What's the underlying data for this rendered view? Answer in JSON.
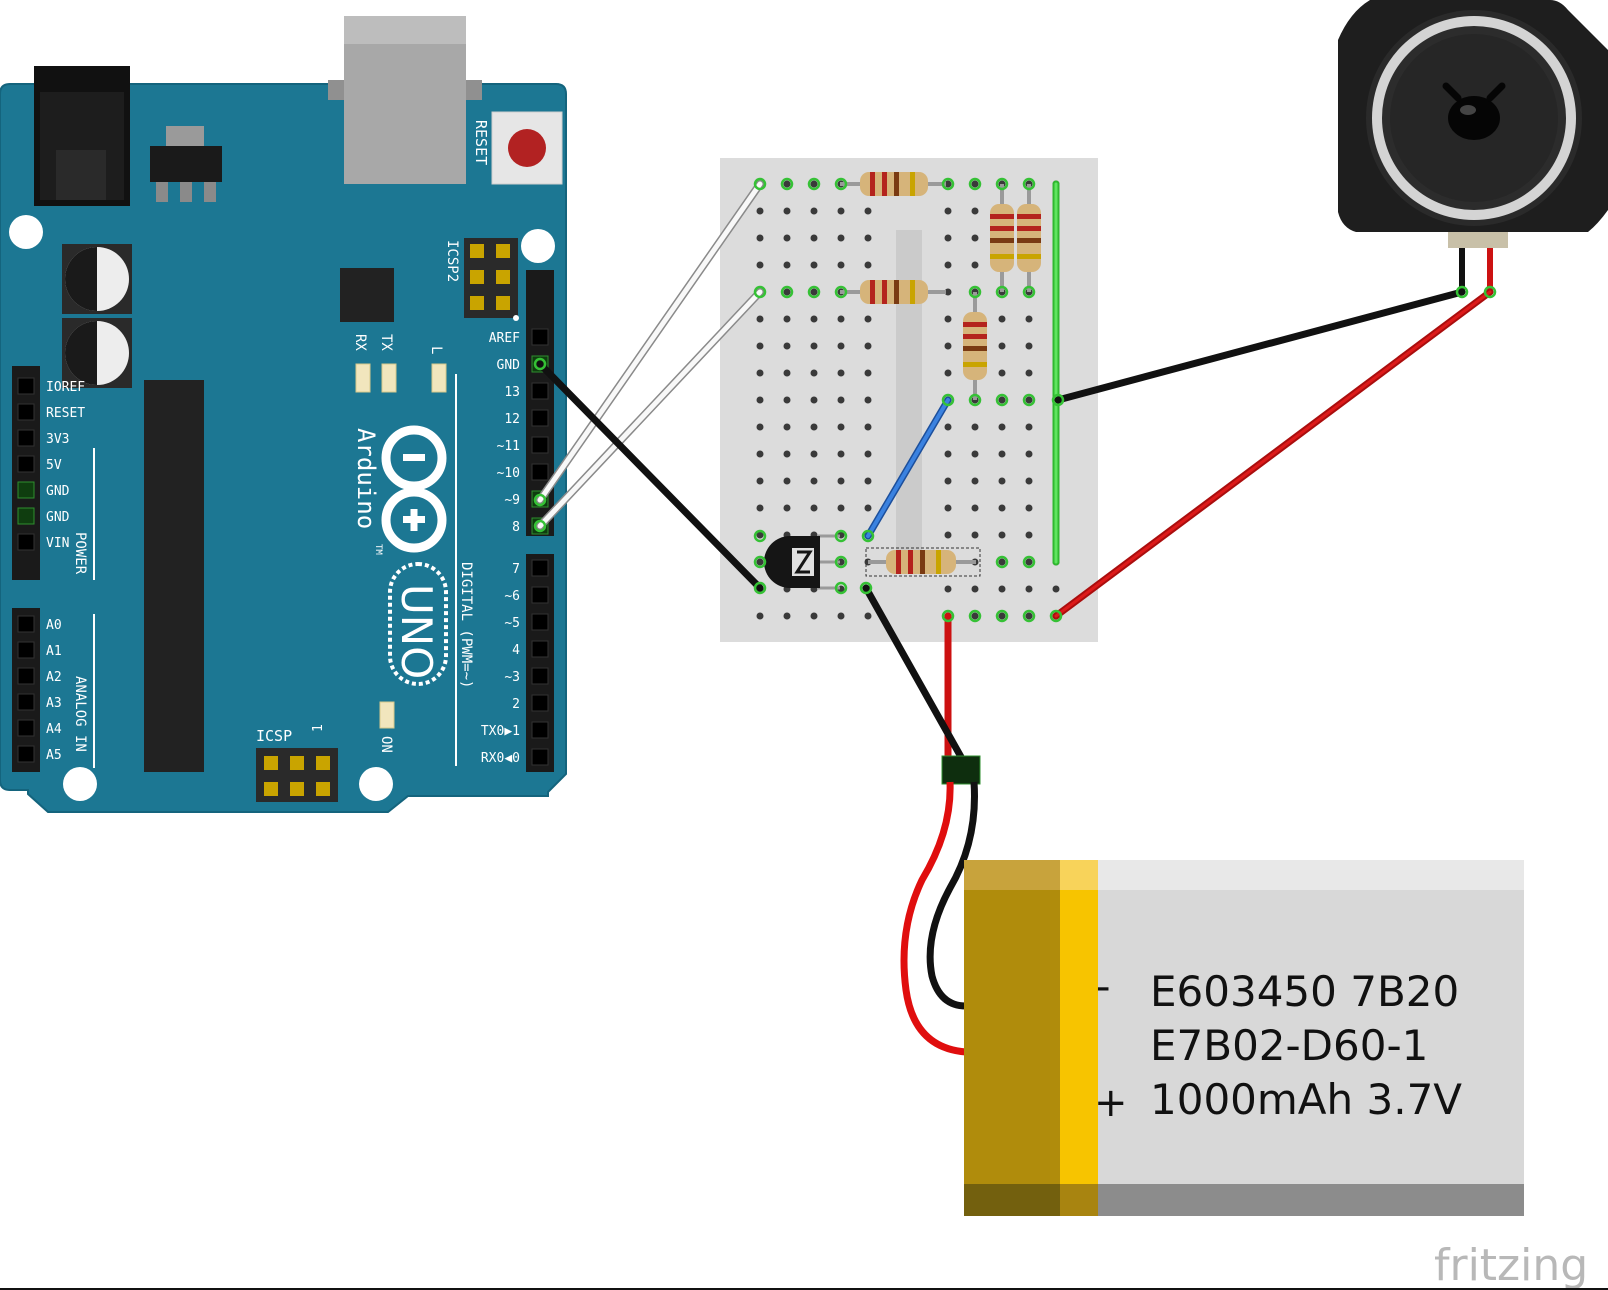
{
  "colors": {
    "board_teal": "#1c7793",
    "board_dark": "#14647d",
    "breadboard": "#dcdcdc",
    "wire_black": "#222222",
    "wire_red": "#cc1111",
    "wire_white": "#f4f4f4",
    "wire_blue": "#2a6fd0",
    "wire_green": "#3ad43a",
    "battery_gold": "#b08c0c",
    "battery_yellow": "#f7c400",
    "battery_gray": "#d8d8d8",
    "speaker_black": "#1e1e1e"
  },
  "arduino": {
    "reset_label": "RESET",
    "icsp2_label": "ICSP2",
    "icsp_label": "ICSP",
    "icsp_pin1": "1",
    "rx_label": "RX",
    "tx_label": "TX",
    "l_label": "L",
    "brand": "Arduino",
    "tm": "TM",
    "model": "UNO",
    "on_label": "ON",
    "digital_label": "DIGITAL (PWM=~)",
    "power_label": "POWER",
    "analog_label": "ANALOG IN",
    "left_pins": [
      "IOREF",
      "RESET",
      "3V3",
      "5V",
      "GND",
      "GND",
      "VIN"
    ],
    "analog_pins": [
      "A0",
      "A1",
      "A2",
      "A3",
      "A4",
      "A5"
    ],
    "right_pins_top": [
      "AREF",
      "GND",
      "13",
      "12",
      "~11",
      "~10",
      "~9",
      "8"
    ],
    "right_pins_bottom": [
      "7",
      "~6",
      "~5",
      "4",
      "~3",
      "2",
      "TX0▶1",
      "RX0◀0"
    ]
  },
  "battery": {
    "line1": "E603450 7B20",
    "line2": "E7B02-D60-1",
    "line3": "1000mAh 3.7V",
    "minus": "-",
    "plus": "+"
  },
  "watermark": "fritzing"
}
